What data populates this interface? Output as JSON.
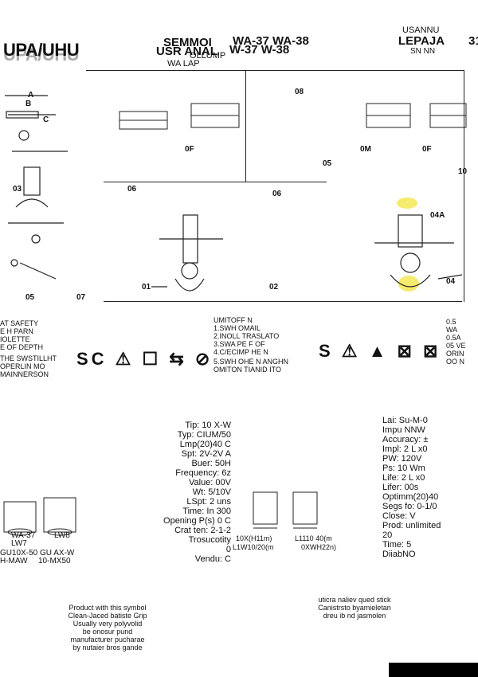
{
  "header": {
    "left_code": "UPA/UHU",
    "left_sub": "UPA/UHU",
    "center_title_1": "SEMMOI",
    "center_title_2": "USR ANAL",
    "center_sub_1": "OLLUMP",
    "center_sub_2": "WA LAP",
    "model_1": "WA-37 WA-38",
    "model_2": "W-37 W-38",
    "right_title": "LEPAJA",
    "right_sub": "USANNU",
    "right_small": "SN NN",
    "right_edge": "31"
  },
  "diagram_labels": {
    "a1": "A",
    "b1": "B",
    "c1": "C",
    "n05": "05",
    "n06": "06",
    "n07": "07",
    "n03": "03",
    "n01": "01",
    "n02": "02",
    "n04": "04",
    "n08": "08",
    "n05b": "05",
    "n06b": "06",
    "n0a": "04A",
    "n0f": "0F",
    "n0m": "0M",
    "n1f": "0F",
    "n10": "10"
  },
  "notes_left": [
    "AT SAFETY",
    "E H PARN",
    "IOLETTE",
    "E OF DEPTH",
    "THE SWSTILLHT",
    "OPERLIN MO",
    "MAINNERSON"
  ],
  "notes_center": [
    "UMITOFF N",
    "1.SWH OMAIL",
    "2.INOLL TRASLATO",
    "3.SWA PE F OF",
    "4.C/ECIMP HE N",
    "5.SWH OHE N ANGHN",
    "OMITON TIANID ITO"
  ],
  "notes_right": [
    "0.5",
    "WA",
    "0.5A",
    "05 VE",
    "ORIN",
    "OO N"
  ],
  "certs_left": "SC ⚠ ☐ ⇆ ⊘",
  "certs_right": "S ⚠ ▲ ⊠ ⊠",
  "specs_left": [
    "Tip: 10 X-W",
    "Typ: CIUM/50",
    "Lmp(20)40 C",
    "Spt: 2V-2V A",
    "Buer: 50H",
    "Frequency: 6z",
    "Value: 00V",
    "Wt: 5/10V",
    "LSpt: 2 uns",
    "Time: In 300",
    "Opening P(s) 0 C",
    "Crat ten: 2-1-2",
    "Trosucotity",
    "0",
    "Vendu: C"
  ],
  "specs_right": [
    "Lai: Su-M-0",
    "Impu NNW",
    "Accuracy: ±",
    "Impl: 2 L x0",
    "PW: 120V",
    "Ps: 10 Wm",
    "Life: 2 L x0",
    "Lifer: 00s",
    "Optimm(20)40",
    "Segs fo: 0-1/0",
    "Close: V",
    "Prod: unlimited",
    "20",
    "Time: 5",
    "DiiabNO"
  ],
  "bottom_left_boxes": [
    {
      "label": "WA-37",
      "sub": "LW8"
    },
    {
      "label": "LW7",
      "sub": "GU AX-W"
    },
    {
      "label": "GU10X-50",
      "sub": "10-MX50"
    },
    {
      "label": "H-MAW",
      "sub": ""
    }
  ],
  "dims": {
    "d1": "10X(H11m)",
    "d2": "L1110 40(m",
    "d3": "L1W10/20(m",
    "d4": "0XWH22n)"
  },
  "footer_left": [
    "Product with this symbol",
    "Clean-Jaced batiste Grip",
    "Usually very polyvolid",
    "be onosur pund",
    "manufacturer pucharae",
    "by nutaier bros gande"
  ],
  "footer_right": [
    "uticra naliev qued stick",
    "Canistrsto byamieletan",
    "dreu ib nd jasmolen"
  ],
  "colors": {
    "highlight": "#f3e64a",
    "ink": "#111111",
    "bar": "#000000"
  }
}
